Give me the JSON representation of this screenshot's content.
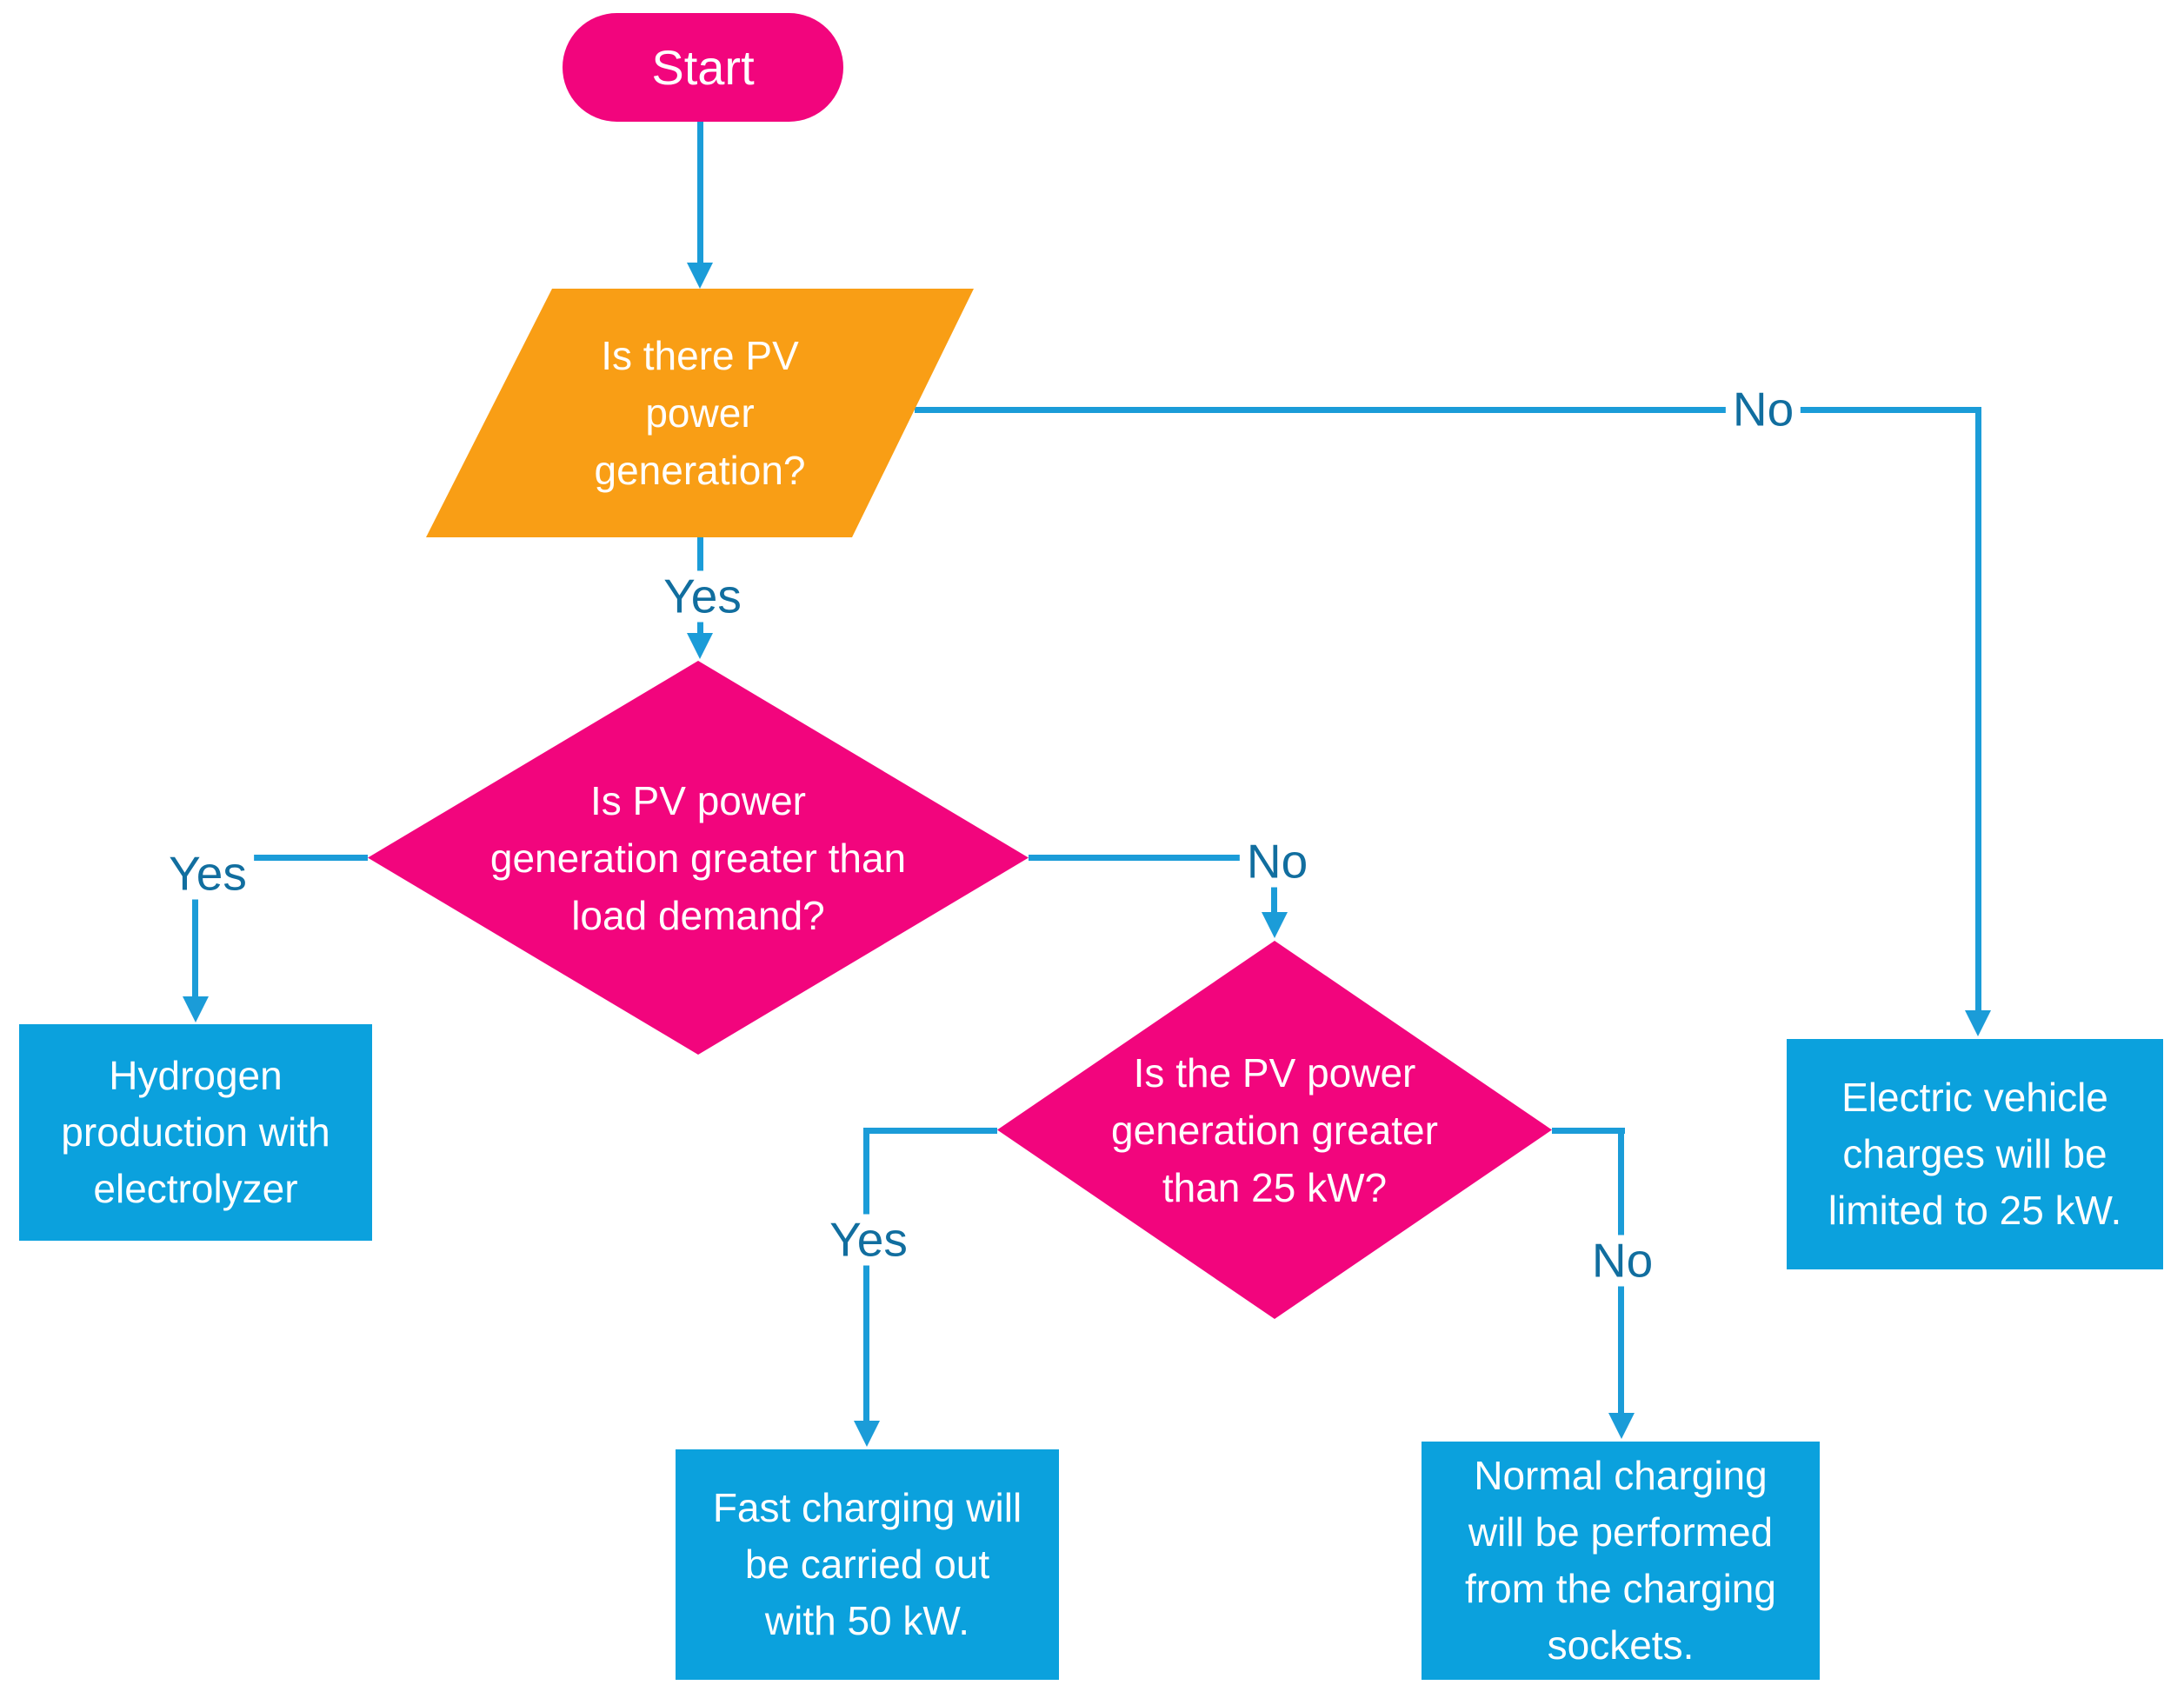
{
  "title": "PV charging decision flowchart",
  "colors": {
    "terminal_pink": "#F2057D",
    "decision_pink": "#F2057D",
    "io_orange": "#F99E15",
    "process_blue": "#0BA1DD",
    "connector_blue": "#1B9CD8",
    "edge_label_blue": "#116E9F",
    "node_text": "#ffffff",
    "background": "#ffffff"
  },
  "nodes": {
    "start": {
      "label": "Start"
    },
    "pv_check": {
      "lines": [
        "Is there PV",
        "power",
        "generation?"
      ]
    },
    "load_check": {
      "lines": [
        "Is PV power",
        "generation greater than",
        "load demand?"
      ]
    },
    "kw_check": {
      "lines": [
        "Is the PV power",
        "generation greater",
        "than 25 kW?"
      ]
    },
    "hydrogen": {
      "lines": [
        "Hydrogen",
        "production with",
        "electrolyzer"
      ]
    },
    "ev_limited": {
      "lines": [
        "Electric vehicle",
        "charges will be",
        "limited to 25 kW."
      ]
    },
    "fast_charging": {
      "lines": [
        "Fast charging will",
        "be carried out",
        "with 50 kW."
      ]
    },
    "normal_charging": {
      "lines": [
        "Normal charging",
        "will be performed",
        "from the charging",
        "sockets."
      ]
    }
  },
  "labels": {
    "pv_yes": "Yes",
    "pv_no": "No",
    "load_yes": "Yes",
    "load_no": "No",
    "kw_yes": "Yes",
    "kw_no": "No"
  }
}
